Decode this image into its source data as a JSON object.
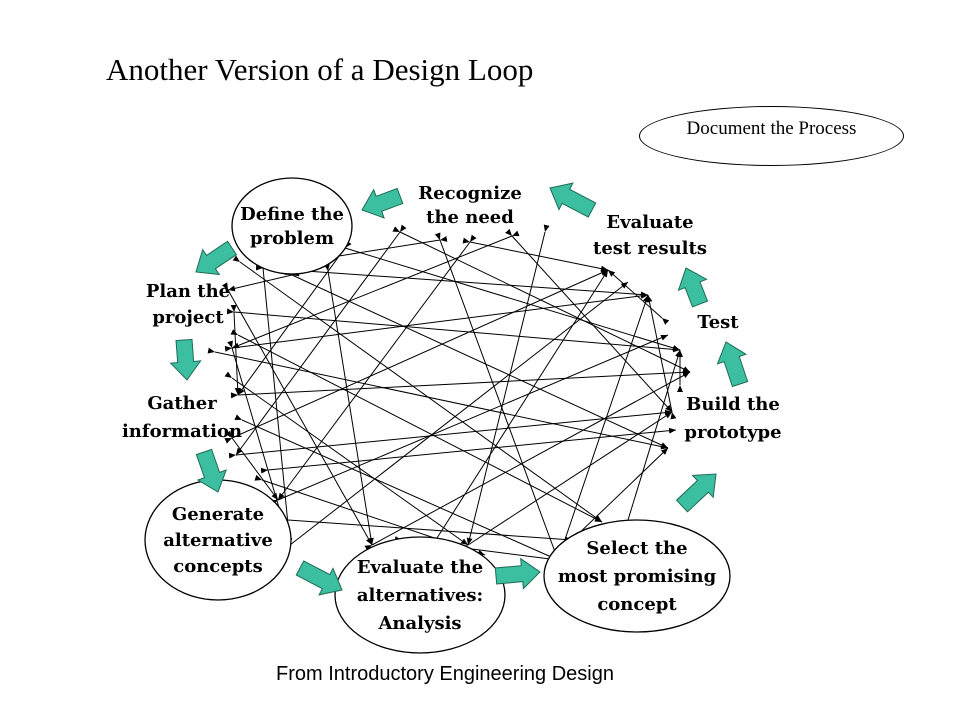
{
  "title": "Another Version of a Design Loop",
  "callout": {
    "label": "Document the Process"
  },
  "footer": "From Introductory Engineering Design",
  "colors": {
    "flow_arrow": "#3cbfa0",
    "flow_arrow_border": "#1f6b57",
    "line": "#000000"
  },
  "steps": [
    {
      "key": "recognize",
      "lines": [
        "Recognize",
        "the need"
      ]
    },
    {
      "key": "define",
      "lines": [
        "Define the",
        "problem"
      ],
      "circled": true
    },
    {
      "key": "plan",
      "lines": [
        "Plan the",
        "project"
      ]
    },
    {
      "key": "gather",
      "lines": [
        "Gather",
        "information"
      ]
    },
    {
      "key": "generate",
      "lines": [
        "Generate",
        "alternative",
        "concepts"
      ],
      "circled": true
    },
    {
      "key": "evaluate-alternatives",
      "lines": [
        "Evaluate the",
        "alternatives:",
        "Analysis"
      ],
      "circled": true
    },
    {
      "key": "select",
      "lines": [
        "Select the",
        "most promising",
        "concept"
      ],
      "circled": true
    },
    {
      "key": "build",
      "lines": [
        "Build the",
        "prototype"
      ]
    },
    {
      "key": "test",
      "lines": [
        "Test"
      ]
    },
    {
      "key": "evaluate-results",
      "lines": [
        "Evaluate",
        "test results"
      ]
    }
  ]
}
